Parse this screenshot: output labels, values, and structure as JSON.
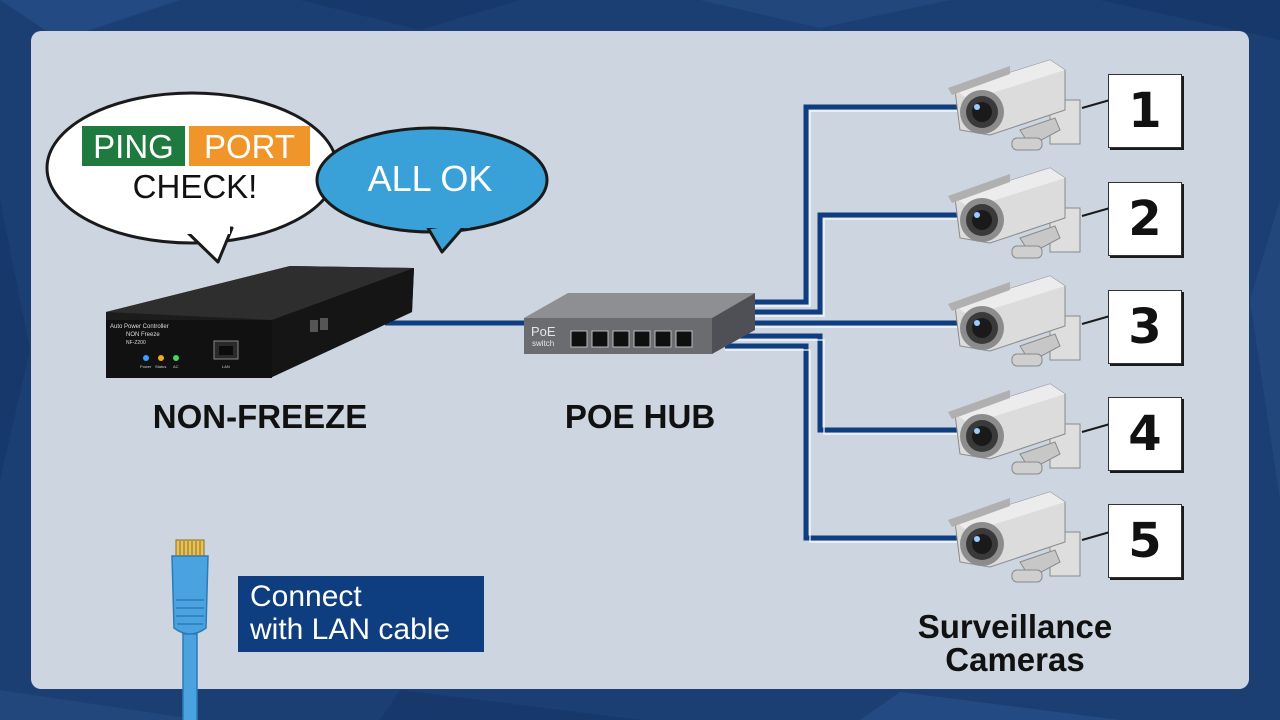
{
  "bubbles": {
    "ping": "PING",
    "port": "PORT",
    "check": "CHECK!",
    "all_ok": "ALL OK"
  },
  "devices": {
    "nonfreeze_label": "NON-FREEZE",
    "nonfreeze_line1": "Auto Power Controller",
    "nonfreeze_line2": "NON Freeze",
    "nonfreeze_model": "NF-Z200",
    "led_power": "Power",
    "led_status": "Status",
    "led_ac": "AC",
    "lan_port": "LAN",
    "hub_label": "POE HUB",
    "hub_brand": "PoE",
    "hub_sub": "switch"
  },
  "cameras": {
    "numbers": [
      "1",
      "2",
      "3",
      "4",
      "5"
    ],
    "label_line1": "Surveillance",
    "label_line2": "Cameras"
  },
  "cable_tag": {
    "line1": "Connect",
    "line2": "with LAN cable"
  },
  "colors": {
    "background": "#1b3f73",
    "panel": "#ccd5e0",
    "wire": "#0e3d80",
    "ping_green": "#1e7a3e",
    "port_orange": "#f0952a",
    "ok_blue": "#3aa0d8",
    "cable_blue": "#4aa3df"
  }
}
